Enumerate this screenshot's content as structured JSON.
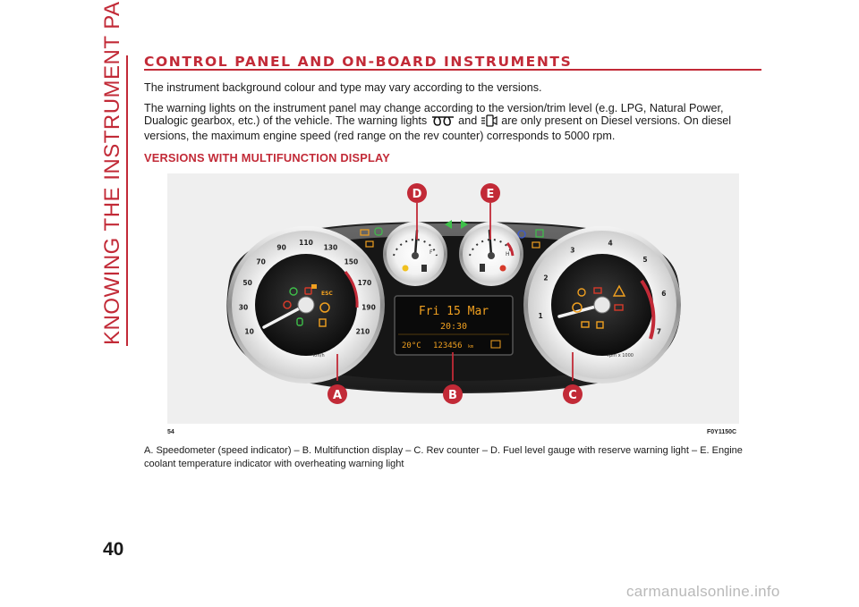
{
  "side_title": "KNOWING THE INSTRUMENT PANEL",
  "section_title": "CONTROL PANEL AND ON-BOARD INSTRUMENTS",
  "para1": "The instrument background colour and type may vary according to the versions.",
  "para2": {
    "before": "The warning lights on the instrument panel may change according to the version/trim level (e.g. LPG, Natural Power, Dualogic gearbox, etc.) of the vehicle. The warning lights ",
    "middle": " and ",
    "after": " are only present on Diesel versions. On diesel versions, the maximum engine speed (red range on the rev counter) corresponds to 5000 rpm."
  },
  "subhead": "VERSIONS WITH MULTIFUNCTION DISPLAY",
  "figure": {
    "page_label": "54",
    "code": "F0Y1150C",
    "callouts": {
      "a": "A",
      "b": "B",
      "c": "C",
      "d": "D",
      "e": "E"
    },
    "display": {
      "line1": "Fri 15 Mar",
      "line2": "20:30",
      "temp": "20°C",
      "odo": "123456",
      "odo_unit": "km"
    },
    "speedo": {
      "ticks": [
        "10",
        "30",
        "50",
        "70",
        "90",
        "110",
        "130",
        "150",
        "170",
        "190",
        "210"
      ],
      "unit": "km/h"
    },
    "tacho": {
      "ticks": [
        "1",
        "2",
        "3",
        "4",
        "5",
        "6",
        "7"
      ],
      "unit": "rpm x 1000"
    },
    "fuel_marks": {
      "f": "F"
    },
    "temp_marks": {
      "h": "H"
    },
    "esc_label": "ESC"
  },
  "caption": "A. Speedometer (speed indicator) – B. Multifunction display – C. Rev counter – D. Fuel level gauge with reserve warning light – E. Engine coolant temperature indicator with overheating warning light",
  "page_number": "40",
  "watermark": "carmanualsonline.info",
  "colors": {
    "accent": "#c22a37",
    "callout": "#c22a37",
    "lcd": "#f0a020"
  }
}
